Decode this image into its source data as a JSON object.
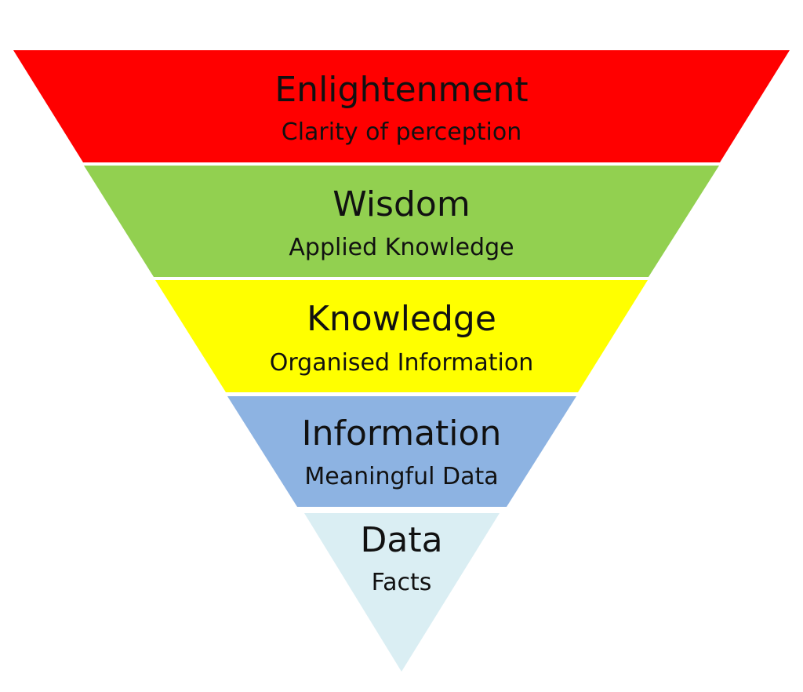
{
  "pyramid": {
    "layers": [
      {
        "title": "Enlightenment",
        "subtitle": "Clarity of perception",
        "color": "#ff0000"
      },
      {
        "title": "Wisdom",
        "subtitle": "Applied Knowledge",
        "color": "#92d050"
      },
      {
        "title": "Knowledge",
        "subtitle": "Organised Information",
        "color": "#ffff00"
      },
      {
        "title": "Information",
        "subtitle": "Meaningful Data",
        "color": "#8db3e2"
      },
      {
        "title": "Data",
        "subtitle": "Facts",
        "color": "#daeef3"
      }
    ]
  }
}
